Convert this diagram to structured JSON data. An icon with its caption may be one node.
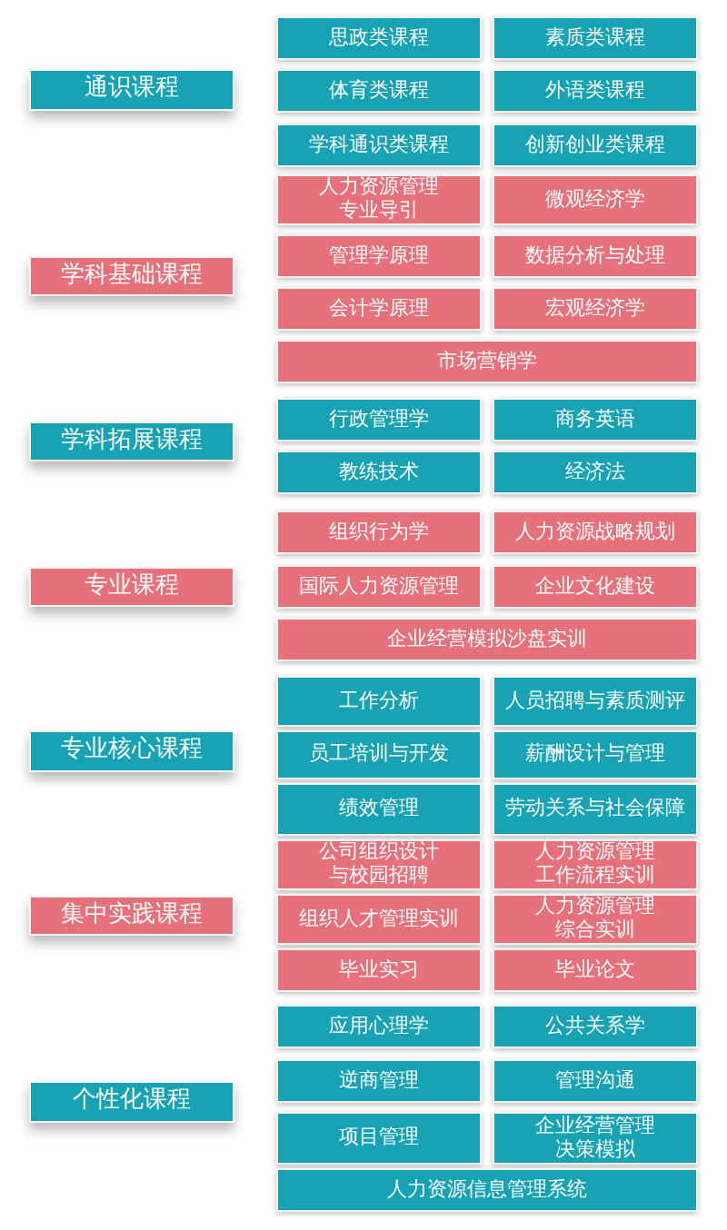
{
  "diagram": {
    "nodes": [
      {
        "text": [
          "通识课程"
        ]
      },
      {
        "text": [
          "思政类课程"
        ]
      },
      {
        "text": [
          "素质类课程"
        ]
      },
      {
        "text": [
          "体育类课程"
        ]
      },
      {
        "text": [
          "外语类课程"
        ]
      },
      {
        "text": [
          "学科通识类课程"
        ]
      },
      {
        "text": [
          "创新创业类课程"
        ]
      },
      {
        "text": [
          "学科基础课程"
        ]
      },
      {
        "text": [
          "人力资源管理专业导引"
        ]
      },
      {
        "text": [
          "微观经济学"
        ]
      },
      {
        "text": [
          "管理学原理"
        ]
      },
      {
        "text": [
          "数据分析与处理"
        ]
      },
      {
        "text": [
          "会计学原理"
        ]
      },
      {
        "text": [
          "宏观经济学"
        ]
      },
      {
        "text": [
          "市场营销学"
        ]
      },
      {
        "text": [
          "学科拓展课程"
        ]
      },
      {
        "text": [
          "行政管理学"
        ]
      },
      {
        "text": [
          "商务英语"
        ]
      },
      {
        "text": [
          "教练技术"
        ]
      },
      {
        "text": [
          "经济法"
        ]
      },
      {
        "text": [
          "专业课程"
        ]
      },
      {
        "text": [
          "组织行为学"
        ]
      },
      {
        "text": [
          "人力资源战略规划"
        ]
      },
      {
        "text": [
          "国际人力资源管理"
        ]
      },
      {
        "text": [
          "企业文化建设"
        ]
      },
      {
        "text": [
          "企业经营模拟沙盘实训"
        ]
      },
      {
        "text": [
          "专业核心课程"
        ]
      },
      {
        "text": [
          "工作分析"
        ]
      },
      {
        "text": [
          "人员招聘与素质测评"
        ]
      },
      {
        "text": [
          "员工培训与开发"
        ]
      },
      {
        "text": [
          "薪酬设计与管理"
        ]
      },
      {
        "text": [
          "绩效管理"
        ]
      },
      {
        "text": [
          "劳动关系与社会保障"
        ]
      },
      {
        "text": [
          "集中实践课程"
        ]
      },
      {
        "text": [
          "公司组织设计与校园招聘"
        ]
      },
      {
        "text": [
          "人力资源管理工作流程实训"
        ]
      },
      {
        "text": [
          "组织人才管理实训"
        ]
      },
      {
        "text": [
          "人力资源管理综合实训"
        ]
      },
      {
        "text": [
          "毕业实习"
        ]
      },
      {
        "text": [
          "毕业论文"
        ]
      },
      {
        "text": [
          "个性化课程"
        ]
      },
      {
        "text": [
          "应用心理学"
        ]
      },
      {
        "text": [
          "公共关系学"
        ]
      },
      {
        "text": [
          "逆商管理"
        ]
      },
      {
        "text": [
          "管理沟通"
        ]
      },
      {
        "text": [
          "项目管理"
        ]
      },
      {
        "text": [
          "企业经营管理决策模拟"
        ]
      },
      {
        "text": [
          "人力资源信息管理系统"
        ]
      }
    ]
  }
}
